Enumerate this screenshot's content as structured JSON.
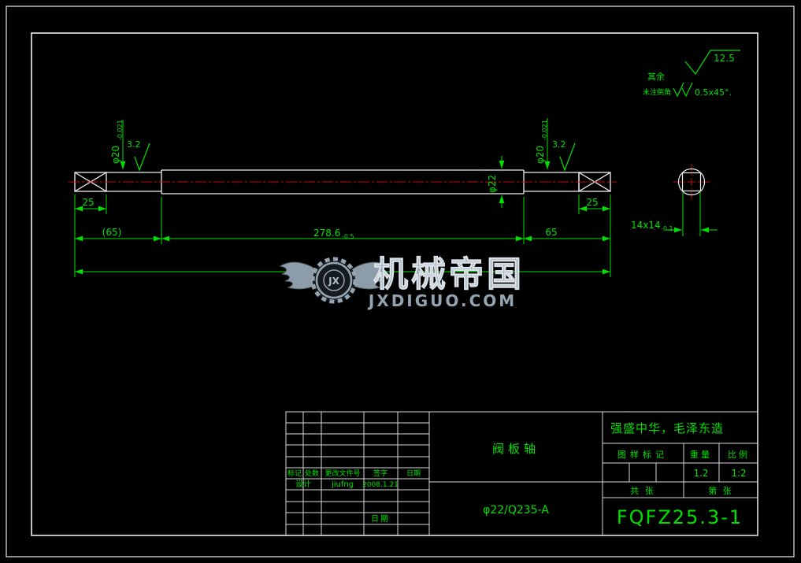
{
  "notes": {
    "rest_label": "其余",
    "general_roughness": "12.5",
    "chamfer_prefix": "未注倒角",
    "chamfer_value": "0.5x45°."
  },
  "dims": {
    "d25_left": "25",
    "d65_left": "(65)",
    "d_body": "278.6",
    "d_body_tol": "-0.5",
    "d65_right": "65",
    "d25_right": "25",
    "dia20_left": "φ20",
    "dia20_left_tol": "-0.021",
    "dia20_right": "φ20",
    "dia20_right_tol": "-0.021",
    "dia_body": "φ22",
    "square": "14x14",
    "square_tol": "-0.1",
    "ra_left": "3.2",
    "ra_right": "3.2"
  },
  "watermark": {
    "emblem_text": "JX",
    "brand": "机械帝国",
    "site": "JXDIGUO.COM"
  },
  "title_block": {
    "slogan": "强盛中华，毛泽东造",
    "part_name": "阀板轴",
    "material": "φ22/Q235-A",
    "drawing_no": "FQFZ25.3-1",
    "col_mark": "标记",
    "col_count": "处数",
    "col_file": "更改文件号",
    "col_sign": "签字",
    "col_date": "日期",
    "design_label": "设计",
    "designer": "jiufng",
    "design_date": "2008.1.21",
    "date_label": "日期",
    "header_drawing_mark": "图样标记",
    "header_weight": "重量",
    "header_scale": "比例",
    "weight": "1.2",
    "scale": "1:2",
    "sheet_total": "共 张",
    "sheet_no": "第 张"
  }
}
